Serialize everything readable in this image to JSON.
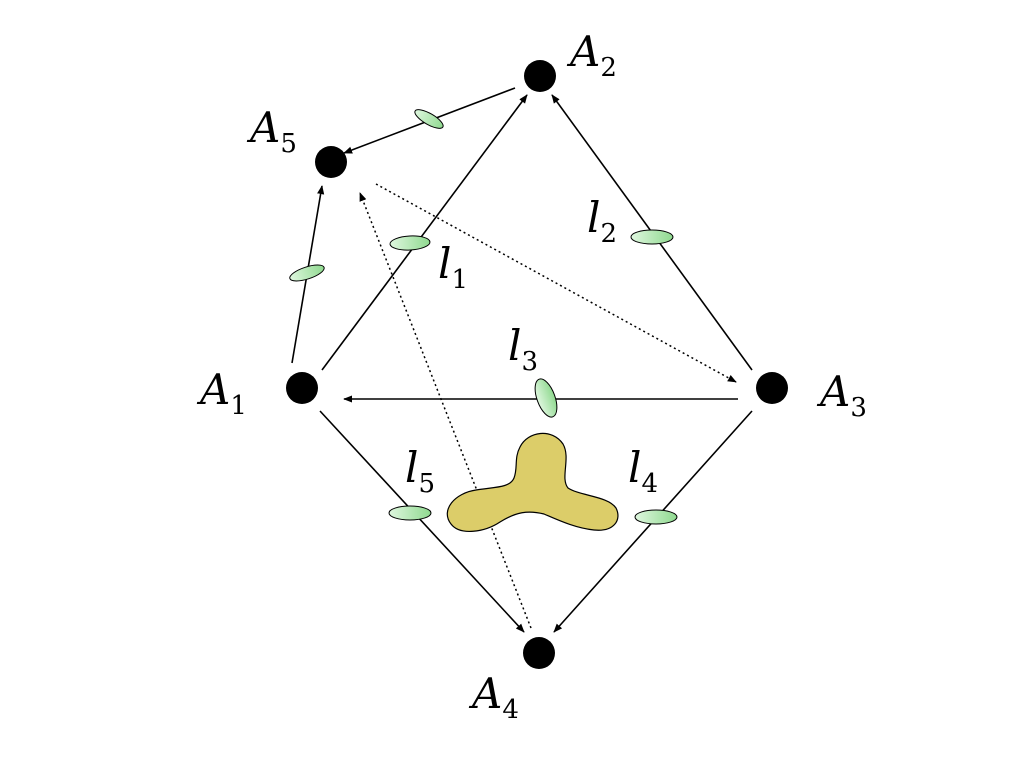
{
  "nodes": {
    "a1": {
      "letter": "A",
      "index": "1"
    },
    "a2": {
      "letter": "A",
      "index": "2"
    },
    "a3": {
      "letter": "A",
      "index": "3"
    },
    "a4": {
      "letter": "A",
      "index": "4"
    },
    "a5": {
      "letter": "A",
      "index": "5"
    }
  },
  "edge_labels": {
    "l1": {
      "letter": "l",
      "index": "1"
    },
    "l2": {
      "letter": "l",
      "index": "2"
    },
    "l3": {
      "letter": "l",
      "index": "3"
    },
    "l4": {
      "letter": "l",
      "index": "4"
    },
    "l5": {
      "letter": "l",
      "index": "5"
    }
  },
  "colors": {
    "node": "#000000",
    "edge": "#000000",
    "lens_fill_light": "#dff7df",
    "lens_fill_dark": "#8fd98f",
    "blob_fill": "#dccd69",
    "blob_stroke": "#000000"
  }
}
